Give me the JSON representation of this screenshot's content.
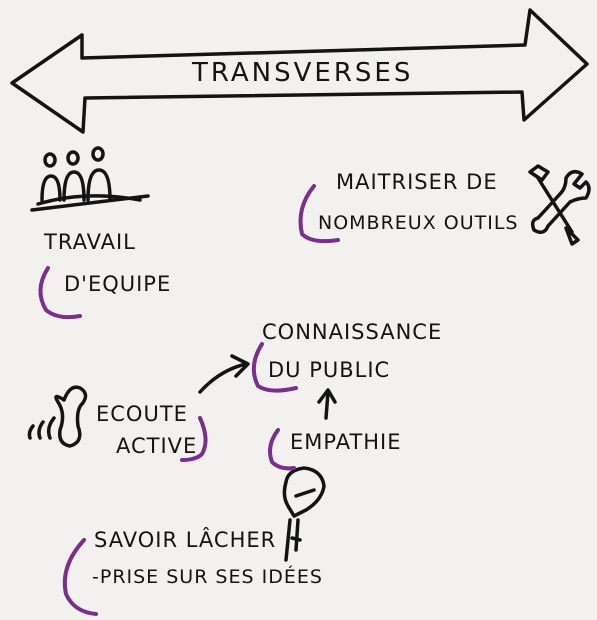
{
  "banner": {
    "title": "TRANSVERSES"
  },
  "skills": {
    "travail": {
      "line1": "TRAVAIL",
      "line2": "D'EQUIPE"
    },
    "outils": {
      "line1": "MAITRISER DE",
      "line2": "NOMBREUX OUTILS"
    },
    "connaissance": {
      "line1": "CONNAISSANCE",
      "line2": "DU PUBLIC"
    },
    "ecoute": {
      "line1": "ECOUTE",
      "line2": "ACTIVE"
    },
    "empathie": {
      "line1": "EMPATHIE"
    },
    "savoir": {
      "line1": "SAVOIR LÂCHER",
      "line2": "-PRISE SUR SES IDÉES"
    }
  },
  "colors": {
    "ink": "#141414",
    "accent": "#7a2f8c",
    "paper": "#f2f1f0"
  }
}
